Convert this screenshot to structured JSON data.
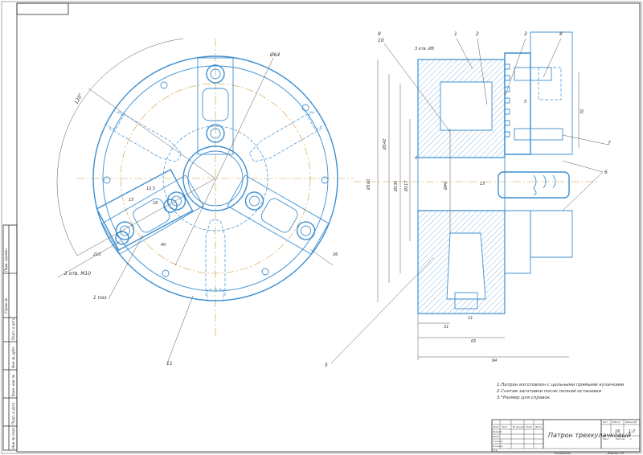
{
  "drawing": {
    "title": "Патрон трехкулачковый",
    "notes": [
      "1.Патрон изготовлен с цельными прямыми кулачками",
      "2.Снятие заготовки после полной остановки",
      "3.*Размер для справок"
    ],
    "callouts_left": {
      "threaded_holes": "2 отв. М10",
      "holes_one": "1 паз",
      "part_11": "11",
      "diam_64": "Ø64",
      "angle_120": "120°",
      "dim_15": "15",
      "dim_12_5": "12,5",
      "dim_16": "16",
      "dim_40": "40",
      "dim_210": "210",
      "dim_26": "26"
    },
    "callouts_right": {
      "part_9": "9",
      "part_10": "10",
      "part_1": "1",
      "part_2": "2",
      "part_3": "3",
      "part_8": "8",
      "part_7": "7",
      "part_6": "6",
      "part_5": "5",
      "holes_three": "3 отв. Ø8",
      "diam_160": "Ø160",
      "diam_142": "Ø142",
      "diam_130": "Ø130",
      "diam_117": "Ø117",
      "diam_40": "Ø40",
      "dim_4": "4",
      "dim_15": "15",
      "dim_70": "70",
      "dim_5": "5",
      "dim_31": "31",
      "dim_65": "65",
      "dim_94": "94",
      "dim_11": "11"
    },
    "title_block": {
      "lit_label": "Лит.",
      "mass_label": "Масса",
      "scale_label": "Масштаб",
      "mass_value": "16",
      "scale_value": "1:2",
      "sheet_label": "Лист",
      "sheets_label": "Листов",
      "sheets_value": "1",
      "row_labels": [
        "Изм.",
        "Лист",
        "№ докум.",
        "Подп.",
        "Дата"
      ],
      "roles": [
        "Разраб.",
        "Пров.",
        "Т.контр.",
        "Н.контр.",
        "Утв."
      ],
      "copied": "Копировал",
      "format": "Формат   А3"
    },
    "side_stamp": [
      "Перв. примен.",
      "Справ. №",
      "Подп. и дата",
      "Инв. № дубл.",
      "Взам. инв. №",
      "Подп. и дата",
      "Инв. № подл."
    ]
  },
  "colors": {
    "outline": "#3d8fd1",
    "lines": "#2a2a2a",
    "axis": "#d39a3a"
  }
}
